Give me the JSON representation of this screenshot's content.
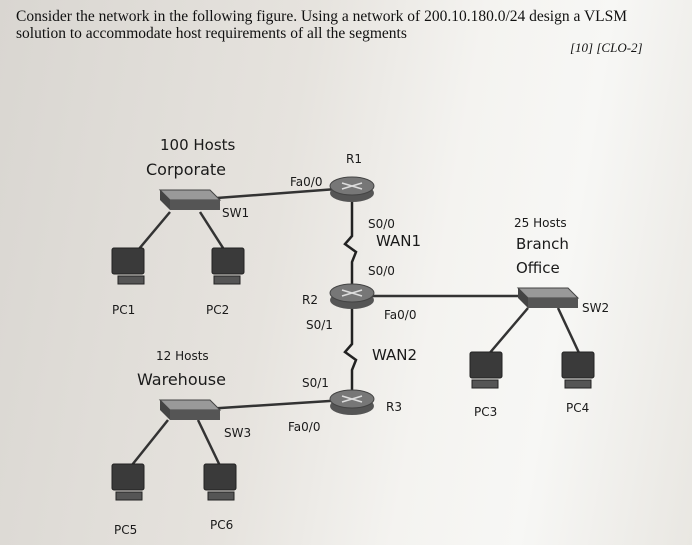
{
  "question": {
    "line1": "Consider the network in the following figure. Using a network of 200.10.180.0/24 design a VLSM",
    "line2": "solution to accommodate host requirements of all the segments",
    "marks": "[10] [CLO-2]"
  },
  "diagram": {
    "corporate": {
      "hosts": "100 Hosts",
      "name": "Corporate",
      "switch": "SW1",
      "pc_left": "PC1",
      "pc_right": "PC2"
    },
    "branch": {
      "hosts": "25 Hosts",
      "name_line1": "Branch",
      "name_line2": "Office",
      "switch": "SW2",
      "pc_left": "PC3",
      "pc_right": "PC4"
    },
    "warehouse": {
      "hosts": "12 Hosts",
      "name": "Warehouse",
      "switch": "SW3",
      "pc_left": "PC5",
      "pc_right": "PC6"
    },
    "routers": {
      "r1": {
        "name": "R1",
        "fa": "Fa0/0",
        "s": "S0/0"
      },
      "r2": {
        "name": "R2",
        "fa": "Fa0/0",
        "s0": "S0/0",
        "s1": "S0/1"
      },
      "r3": {
        "name": "R3",
        "fa": "Fa0/0",
        "s": "S0/1"
      }
    },
    "wan1": "WAN1",
    "wan2": "WAN2"
  }
}
